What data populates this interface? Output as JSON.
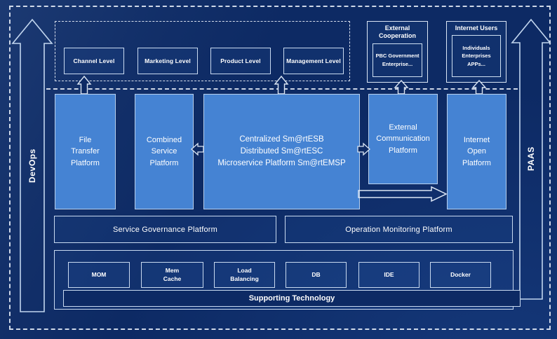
{
  "rails": {
    "devops": "DevOps",
    "paas": "PAAS"
  },
  "levels": [
    "Channel Level",
    "Marketing Level",
    "Product Level",
    "Management Level"
  ],
  "external_cooperation": {
    "title": "External\nCooperation",
    "members": "PBC Government\nEnterprise..."
  },
  "internet_users": {
    "title": "Internet Users",
    "members": "Individuals\nEnterprises\nAPPs..."
  },
  "platforms": {
    "file_transfer": "File\nTransfer\nPlatform",
    "combined_service": "Combined\nService\nPlatform",
    "esb": "Centralized Sm@rtESB\nDistributed Sm@rtESC\nMicroservice Platform Sm@rtEMSP",
    "external_communication": "External\nCommunication\nPlatform",
    "internet_open": "Internet\nOpen\nPlatform"
  },
  "governance": {
    "service": "Service Governance Platform",
    "operation": "Operation Monitoring Platform"
  },
  "supporting": {
    "title": "Supporting Technology",
    "items": [
      "MOM",
      "Mem\nCache",
      "Load\nBalancing",
      "DB",
      "IDE",
      "Docker"
    ]
  },
  "colors": {
    "background": "#0d2a64",
    "box_blue": "#4583d3",
    "box_blue_border": "#b7cfec",
    "line": "#d9e5f4",
    "text": "#ffffff"
  }
}
